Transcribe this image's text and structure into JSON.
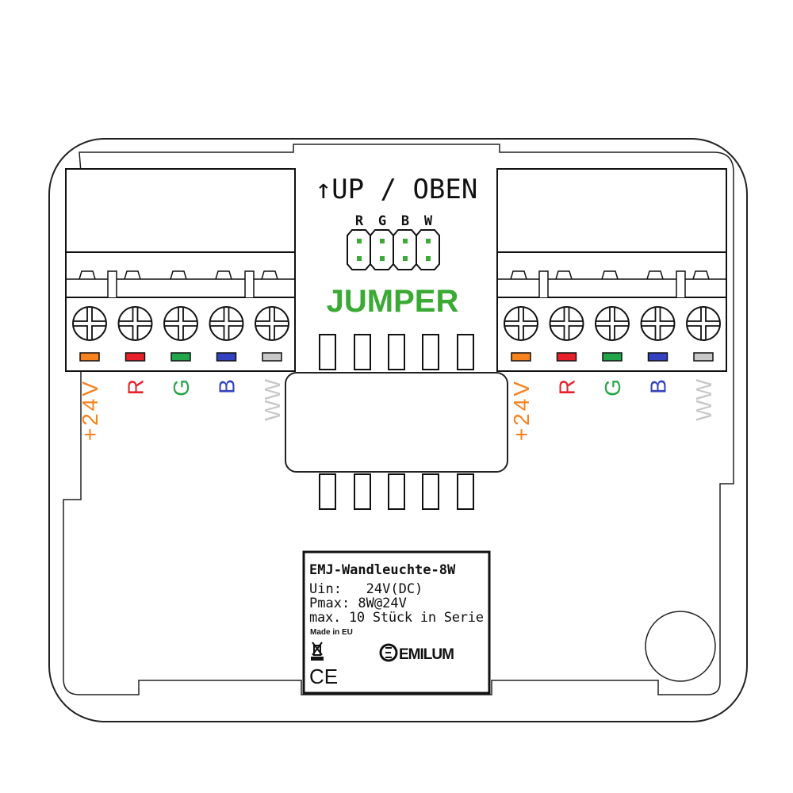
{
  "header": {
    "up_label": "↑UP / OBEN"
  },
  "jumper": {
    "title": "JUMPER",
    "pins": [
      "R",
      "G",
      "B",
      "W"
    ],
    "color": "#3aaa35"
  },
  "connectors": [
    {
      "side": "left",
      "terminals": [
        {
          "label": "+24V",
          "color": "#f7821e"
        },
        {
          "label": "R",
          "color": "#e8202a"
        },
        {
          "label": "G",
          "color": "#23a64a"
        },
        {
          "label": "B",
          "color": "#3341c0"
        },
        {
          "label": "WW",
          "color": "#c8c8c8"
        }
      ]
    },
    {
      "side": "right",
      "terminals": [
        {
          "label": "+24V",
          "color": "#f7821e"
        },
        {
          "label": "R",
          "color": "#e8202a"
        },
        {
          "label": "G",
          "color": "#23a64a"
        },
        {
          "label": "B",
          "color": "#3341c0"
        },
        {
          "label": "WW",
          "color": "#c8c8c8"
        }
      ]
    }
  ],
  "nameplate": {
    "title": "EMJ-Wandleuchte-8W",
    "lines": [
      "Uin:   24V(DC)",
      "Pmax: 8W@24V",
      "max. 10 Stück in Serie"
    ],
    "origin": "Made in EU",
    "brand": "EMILUM",
    "ce_mark": "CE"
  }
}
